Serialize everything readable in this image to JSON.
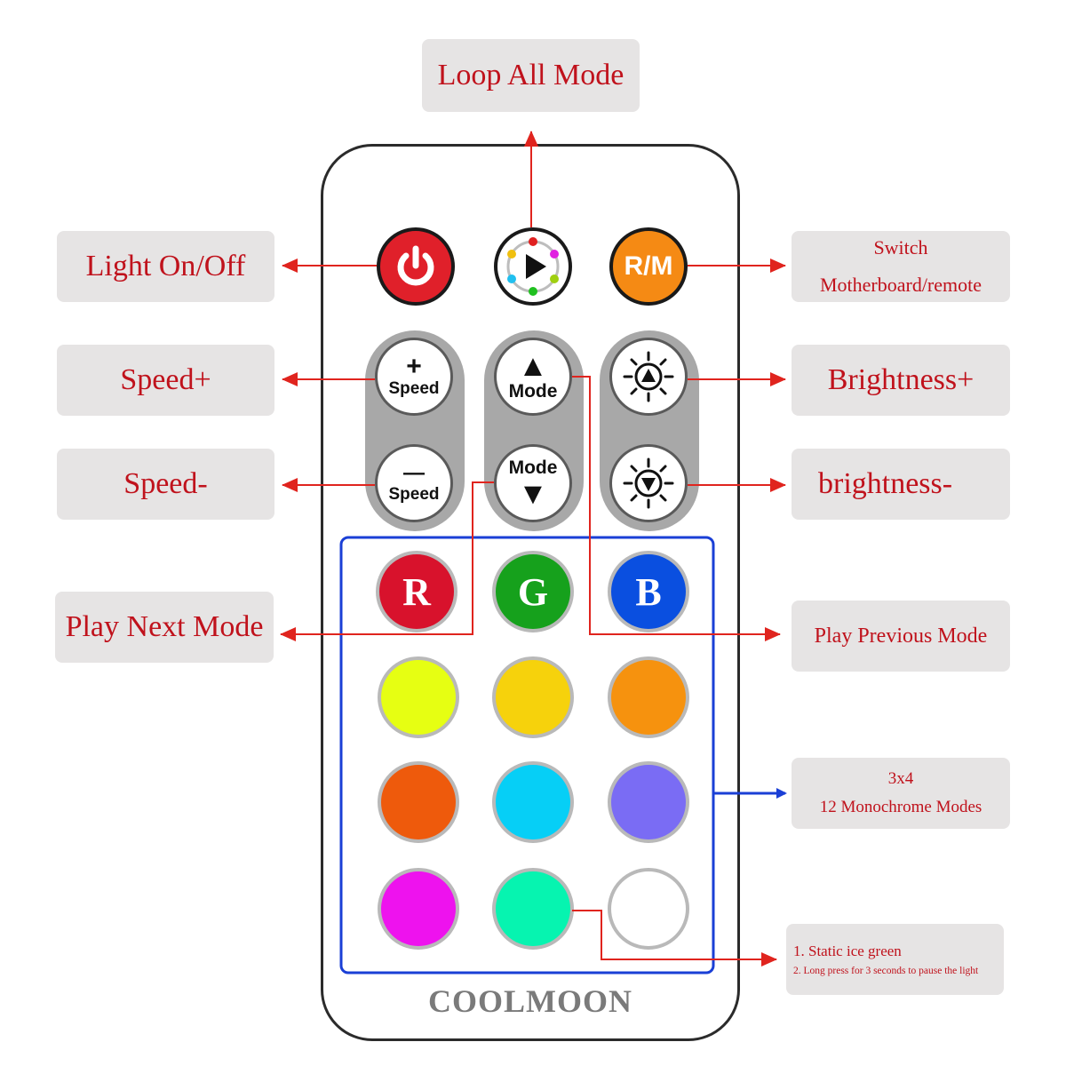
{
  "labels": {
    "loop_all": "Loop All Mode",
    "light_onoff": "Light On/Off",
    "switch_line1": "Switch",
    "switch_line2": "Motherboard/remote",
    "speed_plus": "Speed+",
    "speed_minus": "Speed-",
    "brightness_plus": "Brightness+",
    "brightness_minus": "brightness-",
    "play_next": "Play Next Mode",
    "play_previous": "Play Previous Mode",
    "mono_line1": "3x4",
    "mono_line2": "12 Monochrome Modes",
    "ice_line1": "1. Static ice green",
    "ice_line2": "2. Long press for 3 seconds  to pause the light"
  },
  "remote": {
    "brand": "COOLMOON",
    "rm_label": "R/M",
    "speed_text": "Speed",
    "mode_text": "Mode",
    "plus_symbol": "+",
    "minus_symbol": "—",
    "up_symbol": "▲",
    "down_symbol": "▼",
    "r_label": "R",
    "g_label": "G",
    "b_label": "B"
  },
  "colors": {
    "label_text": "#c0121c",
    "arrow_red": "#e0241e",
    "arrow_blue": "#1a3fd6",
    "power": "#e0202a",
    "rm": "#f58a14",
    "r": "#d8122c",
    "g": "#16a11c",
    "b": "#0a4fe0",
    "grid": [
      [
        "#e6ff12",
        "#f6d20c",
        "#f6920e"
      ],
      [
        "#ee5a0c",
        "#06cff6",
        "#7a6cf4"
      ],
      [
        "#ee12ee",
        "#06f4b0",
        "#ffffff"
      ]
    ]
  },
  "icons": [
    "power-icon",
    "play-loop-icon",
    "brightness-up-icon",
    "brightness-down-icon"
  ]
}
